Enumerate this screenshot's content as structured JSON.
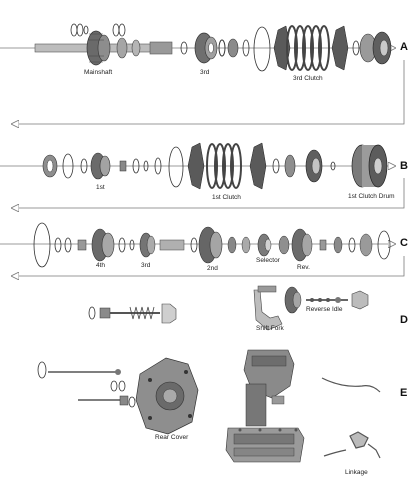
{
  "sections": {
    "a": "A",
    "b": "B",
    "c": "C",
    "d": "D",
    "e": "E"
  },
  "labels": {
    "mainshaft": "Mainshaft",
    "third": "3rd",
    "third_clutch": "3rd Clutch",
    "first": "1st",
    "first_clutch": "1st Clutch",
    "first_clutch_drum": "1st Clutch Drum",
    "fourth": "4th",
    "c_third": "3rd",
    "second": "2nd",
    "selector": "Selector",
    "rev": "Rev.",
    "shift_fork": "Shift Fork",
    "reverse_idle": "Reverse Idle",
    "rear_cover": "Rear Cover",
    "linkage": "Linkage"
  },
  "colors": {
    "line": "#7a7a7a",
    "part_dark": "#3a3a3a",
    "part_mid": "#8a8a8a",
    "part_light": "#cfcfcf"
  }
}
